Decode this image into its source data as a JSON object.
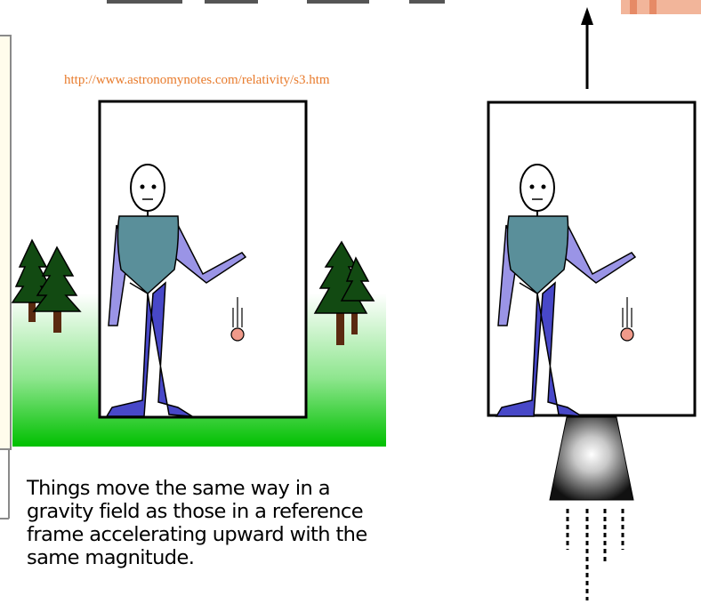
{
  "source_url": "http://www.astronomynotes.com/relativity/s3.htm",
  "caption_lines": [
    "Things move the same way in a",
    "gravity field as those in a reference",
    "frame accelerating upward with the",
    "same magnitude."
  ],
  "colors": {
    "url_text": "#e87b2c",
    "torso": "#5a8f9a",
    "arm": "#9a94e6",
    "legs": "#4848c8",
    "tree": "#124a12",
    "trunk": "#5a2a10",
    "ground_top": "#ffffff",
    "ground_bottom": "#00c000",
    "ball": "#f09a8a"
  }
}
